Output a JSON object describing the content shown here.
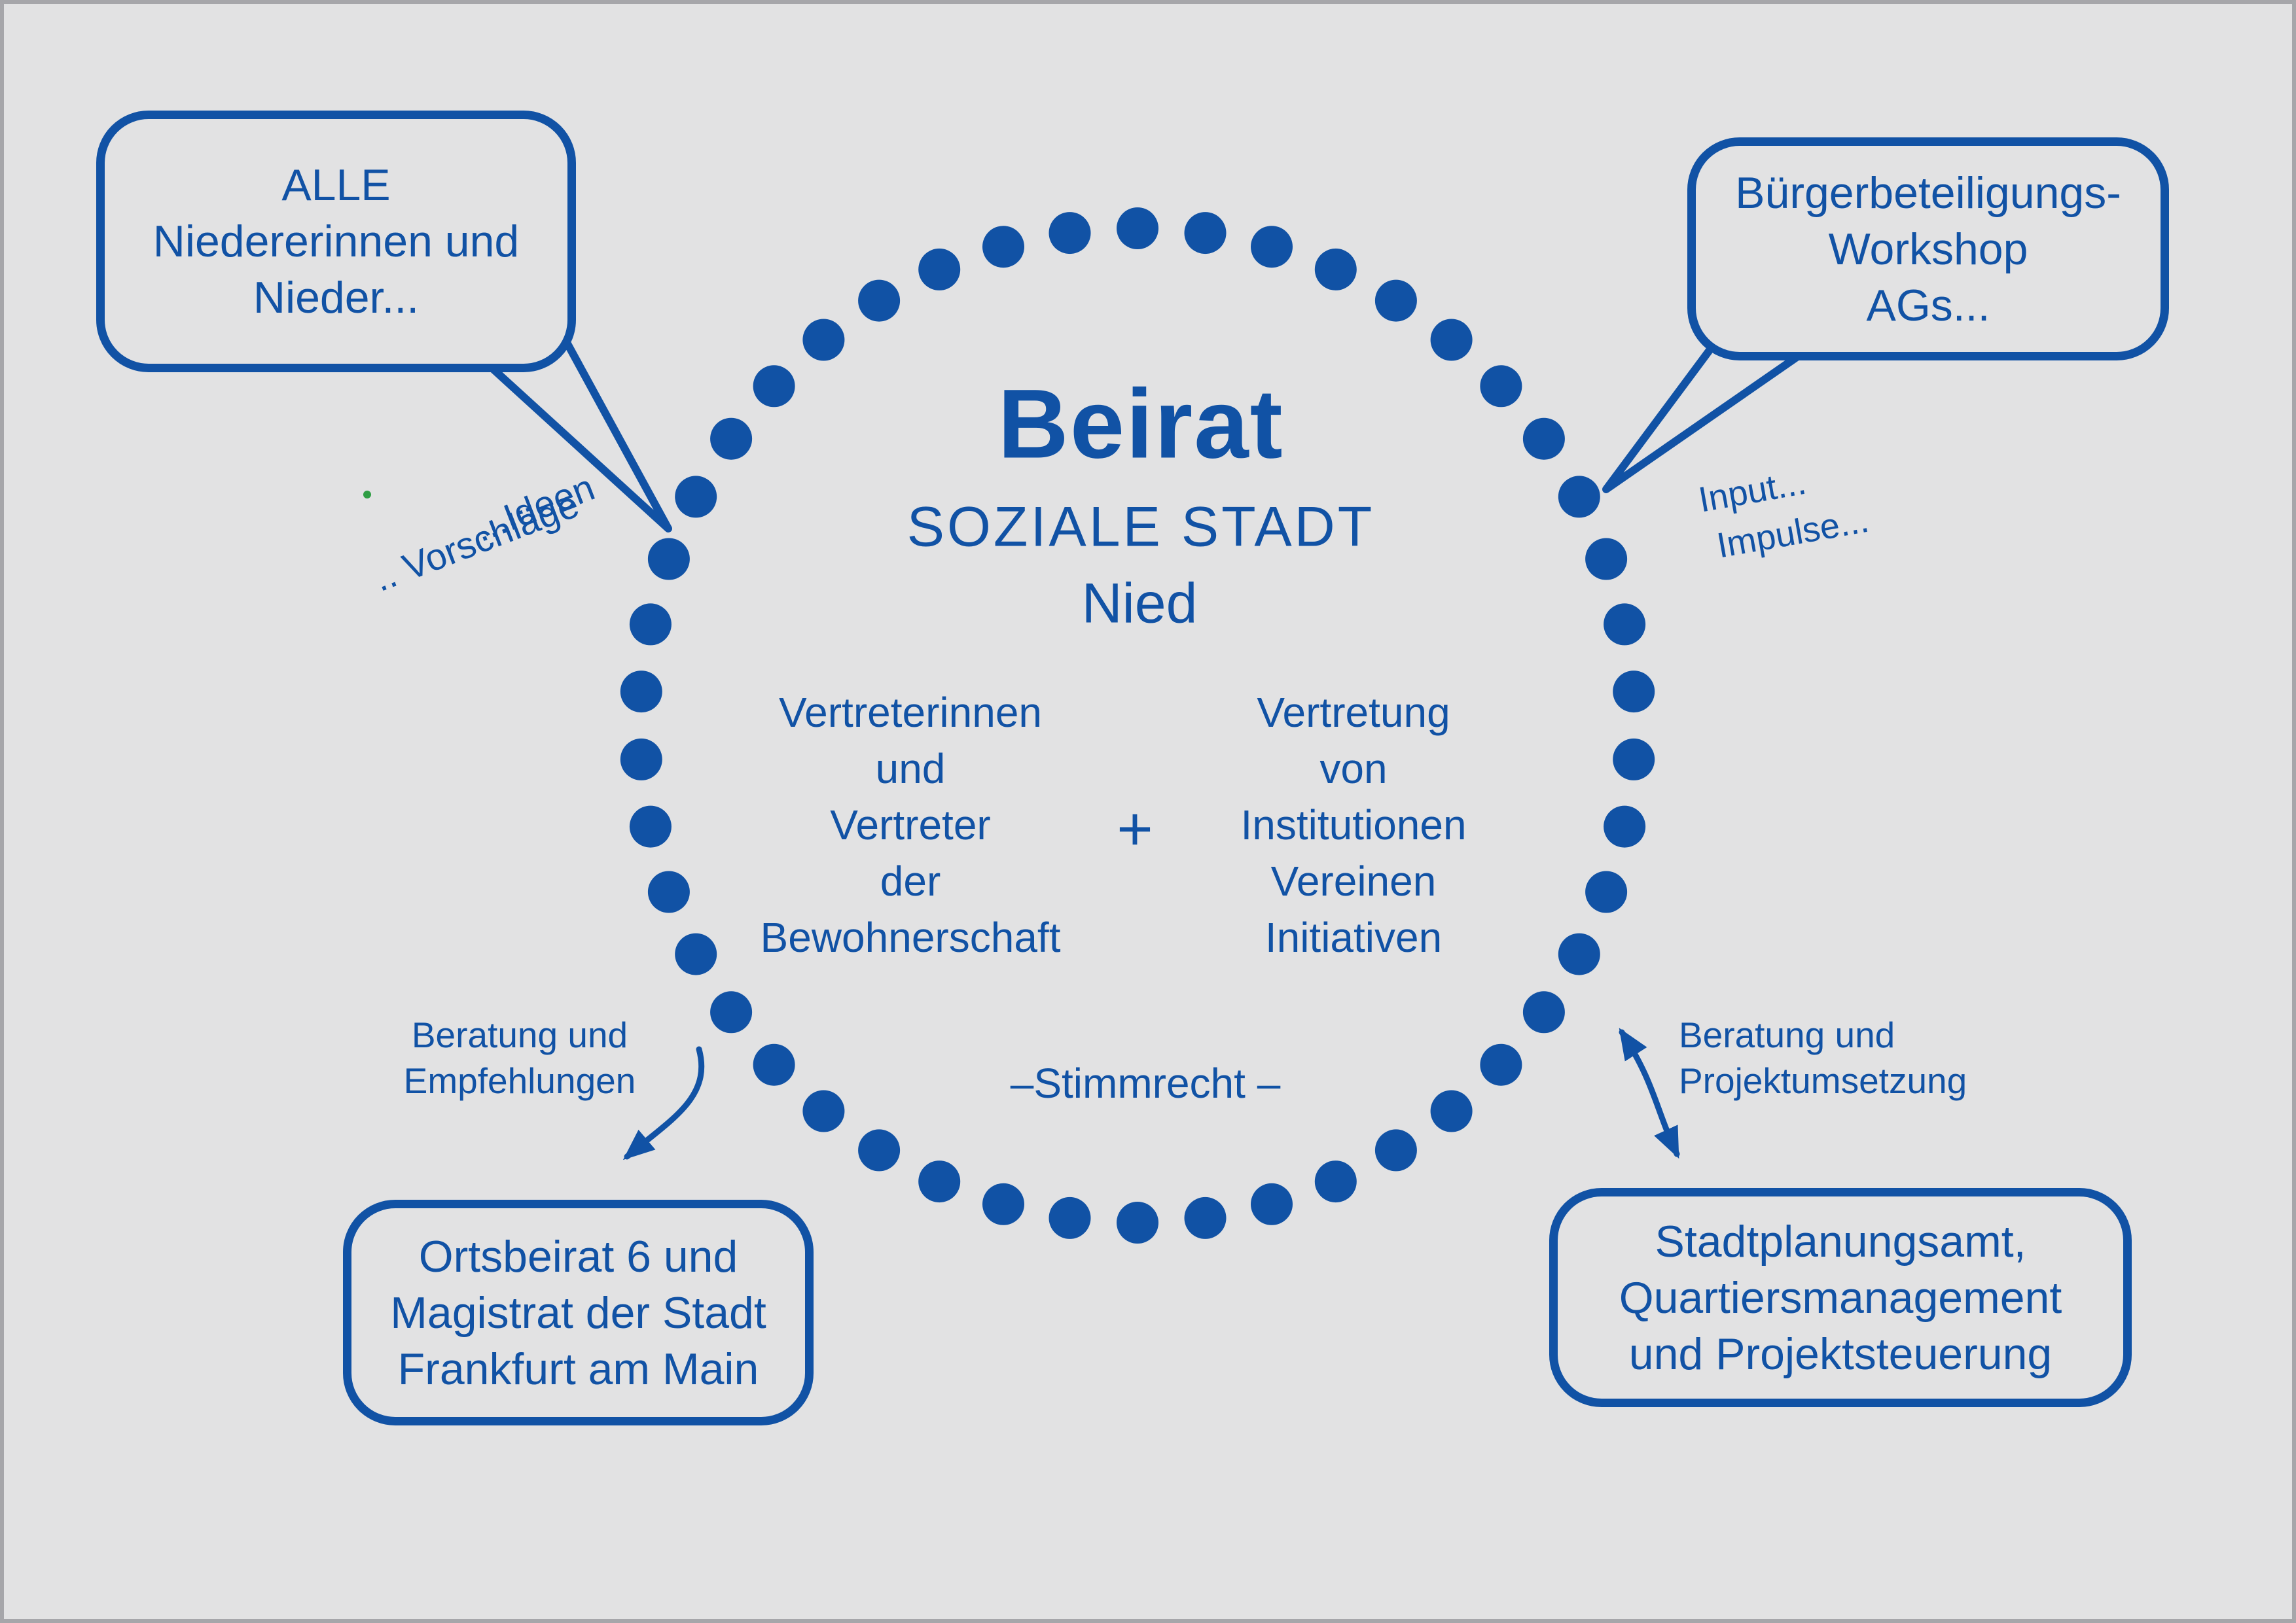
{
  "colors": {
    "blue": "#1152a5",
    "background": "#e2e2e3",
    "green": "#2f9e44"
  },
  "circle": {
    "title": "Beirat",
    "subtitle": "SOZIALE STADT",
    "subtitle2": "Nied",
    "left_column": [
      "Vertreterinnen",
      "und",
      "Vertreter",
      "der",
      "Bewohnerschaft"
    ],
    "plus": "+",
    "right_column": [
      "Vertretung",
      "von",
      "Institutionen",
      "Vereinen",
      "Initiativen"
    ],
    "bottom_note": "–Stimmrecht –"
  },
  "bubbles": {
    "top_left": {
      "lines": [
        "ALLE",
        "Niedererinnen und",
        "Nieder..."
      ]
    },
    "top_right": {
      "lines": [
        "Bürgerbeteiligungs-",
        "Workshop",
        "AGs..."
      ]
    }
  },
  "boxes": {
    "bottom_left": {
      "lines": [
        "Ortsbeirat 6 und",
        "Magistrat der Stadt",
        "Frankfurt am Main"
      ]
    },
    "bottom_right": {
      "lines": [
        "Stadtplanungsamt,",
        "Quartiersmanagement",
        "und Projektsteuerung"
      ]
    }
  },
  "labels": {
    "ideen": "...Ideen",
    "vorschlaege": ".. Vorschläge",
    "input": "Input...",
    "impulse": "Impulse...",
    "beratung_empfehlungen": [
      "Beratung und",
      "Empfehlungen"
    ],
    "beratung_projekt": [
      "Beratung und",
      "Projektumsetzung"
    ]
  }
}
